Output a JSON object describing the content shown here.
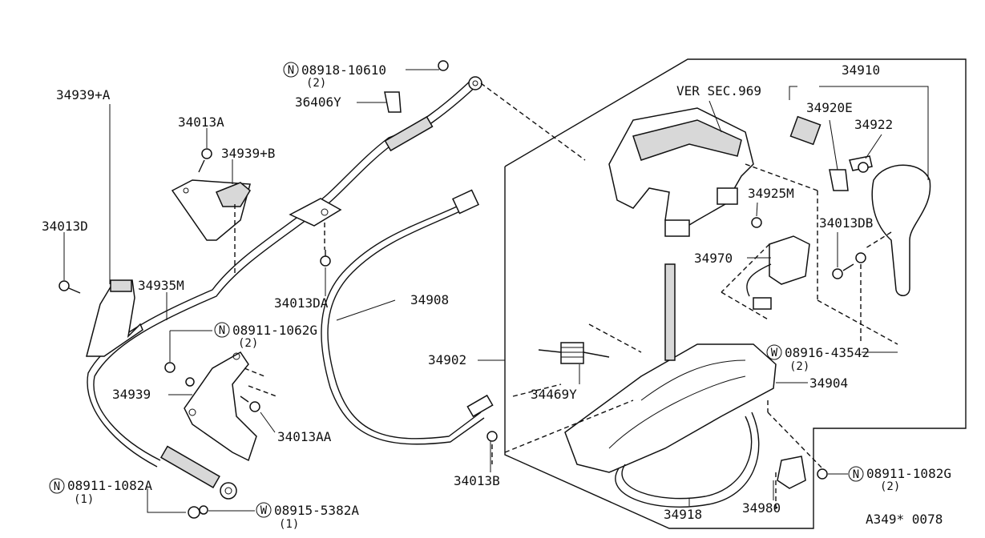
{
  "labels": {
    "p34939_A": "34939+A",
    "p34013A": "34013A",
    "p34939_B": "34939+B",
    "p34013D": "34013D",
    "p34935M": "34935M",
    "p34013DA": "34013DA",
    "p34939": "34939",
    "p34013AA": "34013AA",
    "p08918": "08918-10610",
    "p08918_qty": "(2)",
    "p36406Y": "36406Y",
    "ver_sec": "VER SEC.969",
    "p34910": "34910",
    "p34920E": "34920E",
    "p34922": "34922",
    "p34925M": "34925M",
    "p34013DB": "34013DB",
    "p34970": "34970",
    "p34908": "34908",
    "p08911_1062G": "08911-1062G",
    "p08911_1062G_qty": "(2)",
    "p34902": "34902",
    "p34469Y": "34469Y",
    "p08916": "08916-43542",
    "p08916_qty": "(2)",
    "p34904": "34904",
    "p34013B": "34013B",
    "p08911_1082G": "08911-1082G",
    "p08911_1082G_qty": "(2)",
    "p34918": "34918",
    "p34980": "34980",
    "p08911_1082A": "08911-1082A",
    "p08911_1082A_qty": "(1)",
    "p08915": "08915-5382A",
    "p08915_qty": "(1)",
    "ref_code": "A349* 0078"
  },
  "symbols": {
    "n": "N",
    "w": "W"
  }
}
